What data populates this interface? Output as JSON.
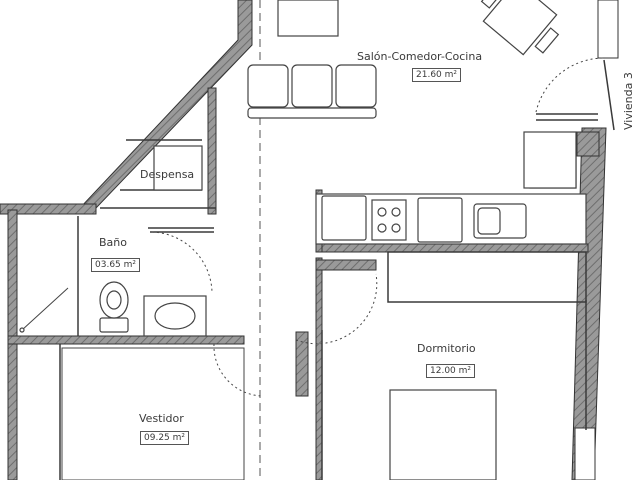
{
  "rooms": {
    "salon": {
      "name": "Salón-Comedor-Cocina",
      "area": "21.60 m²"
    },
    "despensa": {
      "name": "Despensa"
    },
    "bano": {
      "name": "Baño",
      "area": "03.65 m²"
    },
    "dormitorio": {
      "name": "Dormitorio",
      "area": "12.00 m²"
    },
    "vestidor": {
      "name": "Vestidor",
      "area": "09.25 m²"
    }
  },
  "adjacent_label": "Vivienda 3",
  "colors": {
    "wall": "#8c8c8c",
    "line": "#3a3a3a",
    "fixture": "#444444"
  }
}
